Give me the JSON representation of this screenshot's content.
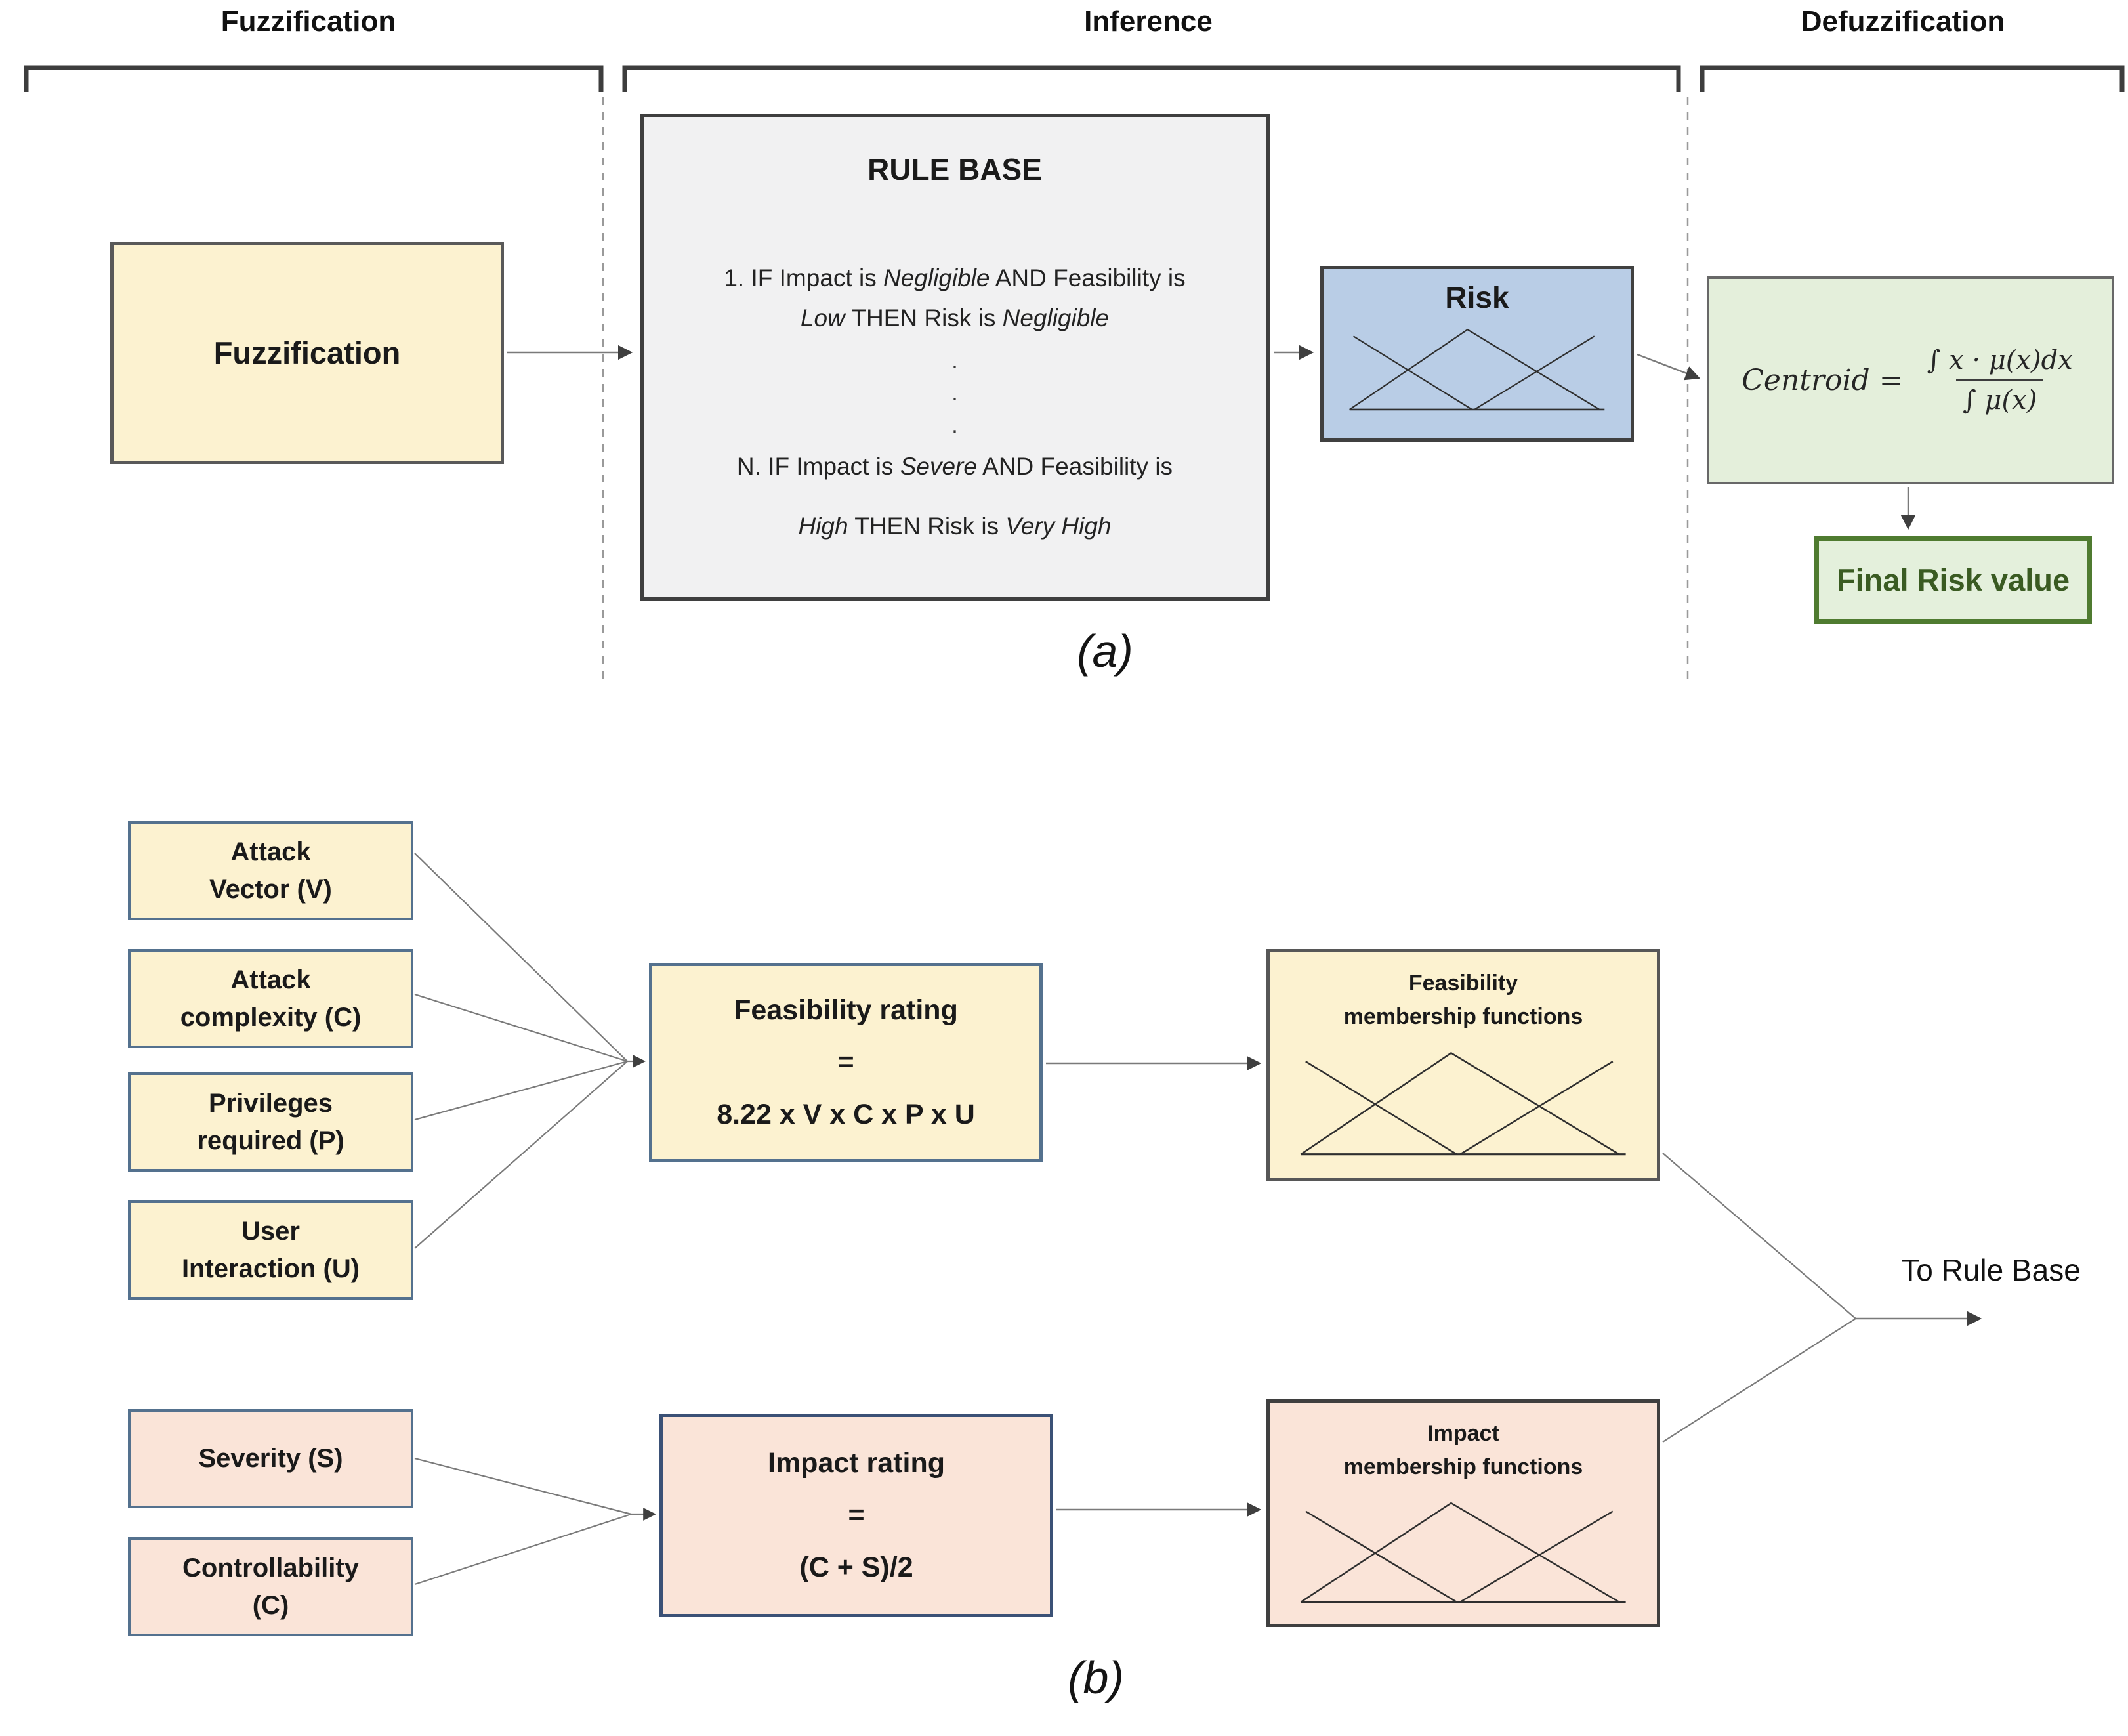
{
  "colors": {
    "yellow_fill": "#FCF2D0",
    "pink_fill": "#FAE4D8",
    "blue_fill": "#B9CDE6",
    "green_fill": "#E4EFDB",
    "gray_fill": "#F1F1F2",
    "slate_border": "#54718E",
    "navy_border": "#3B5176",
    "dark_border": "#3F3F3F",
    "final_risk_border": "#4F7B30",
    "final_risk_text": "#3A5B22"
  },
  "headers": {
    "fuzzification": "Fuzzification",
    "inference": "Inference",
    "defuzzification": "Defuzzification"
  },
  "part_a": {
    "label": "(a)",
    "fuzzification_box": "Fuzzification",
    "rule_base": {
      "title": "RULE BASE",
      "rule1_a": "1. IF Impact is ",
      "rule1_b": "Negligible",
      "rule1_c": " AND Feasibility is",
      "rule1_d": "Low",
      "rule1_e": " THEN Risk is ",
      "rule1_f": "Negligible",
      "dot": ".",
      "ruleN_a": "N. IF Impact is ",
      "ruleN_b": "Severe",
      "ruleN_c": " AND Feasibility is",
      "ruleN_d": "High",
      "ruleN_e": " THEN Risk is ",
      "ruleN_f": "Very High"
    },
    "risk_title": "Risk",
    "centroid_lhs": "Centroid =",
    "centroid_num": "∫ x · μ(x)dx",
    "centroid_den": "∫ μ(x)",
    "final_risk": "Final Risk value"
  },
  "part_b": {
    "label": "(b)",
    "feasibility_inputs": [
      {
        "line1": "Attack",
        "line2": "Vector (V)"
      },
      {
        "line1": "Attack",
        "line2": "complexity (C)"
      },
      {
        "line1": "Privileges",
        "line2": "required (P)"
      },
      {
        "line1": "User",
        "line2": "Interaction (U)"
      }
    ],
    "feasibility_rating": {
      "line1": "Feasibility rating",
      "line2": "=",
      "line3": "8.22 x V x C x P x U"
    },
    "feasibility_mf": {
      "line1": "Feasibility",
      "line2": "membership functions"
    },
    "impact_inputs": [
      {
        "line1": "Severity (S)",
        "line2": ""
      },
      {
        "line1": "Controllability",
        "line2": "(C)"
      }
    ],
    "impact_rating": {
      "line1": "Impact rating",
      "line2": "=",
      "line3": "(C + S)/2"
    },
    "impact_mf": {
      "line1": "Impact",
      "line2": "membership functions"
    },
    "to_rule_base": "To Rule Base"
  }
}
